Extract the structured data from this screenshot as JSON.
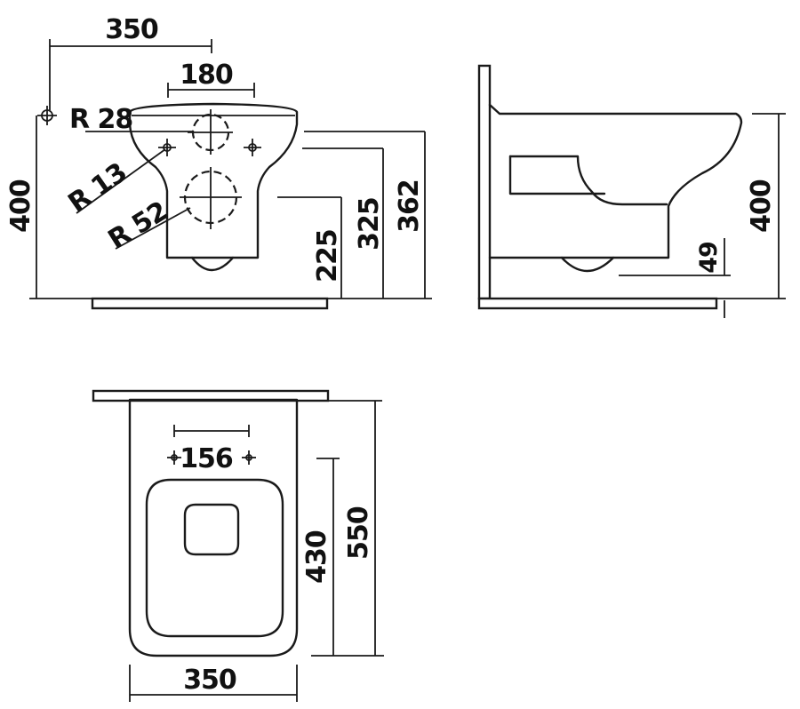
{
  "front_view": {
    "width_label": "350",
    "holes_spacing_label": "180",
    "radius_top_label": "R 28",
    "radius_small_label": "R 13",
    "radius_large_label": "R 52",
    "height_label": "400",
    "outlet_height_label": "225",
    "bolt_height_label": "325",
    "inlet_height_label": "362"
  },
  "side_view": {
    "height_label": "400",
    "clearance_label": "49"
  },
  "top_view": {
    "depth_label": "550",
    "seat_depth_label": "430",
    "fixing_spacing_label": "156",
    "width_label": "350"
  }
}
